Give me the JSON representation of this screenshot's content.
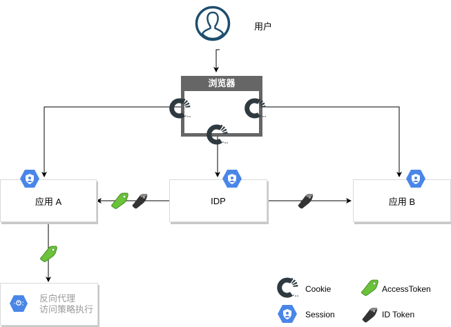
{
  "user": {
    "label": "用户"
  },
  "browser": {
    "title": "浏览器"
  },
  "nodes": {
    "app_a": {
      "label": "应用 A"
    },
    "idp": {
      "label": "IDP"
    },
    "app_b": {
      "label": "应用 B"
    },
    "proxy": {
      "line1": "反向代理",
      "line2": "访问策略执行"
    }
  },
  "legend": {
    "cookie": "Cookie",
    "session": "Session",
    "access_token": "AccessToken",
    "id_token": "ID Token"
  },
  "colors": {
    "user_icon": "#1e4e6e",
    "browser_frame": "#666666",
    "session_blue": "#4a86e8",
    "access_token_green": "#6cc23b",
    "id_token_dark": "#333333",
    "proxy_text": "#999999"
  }
}
